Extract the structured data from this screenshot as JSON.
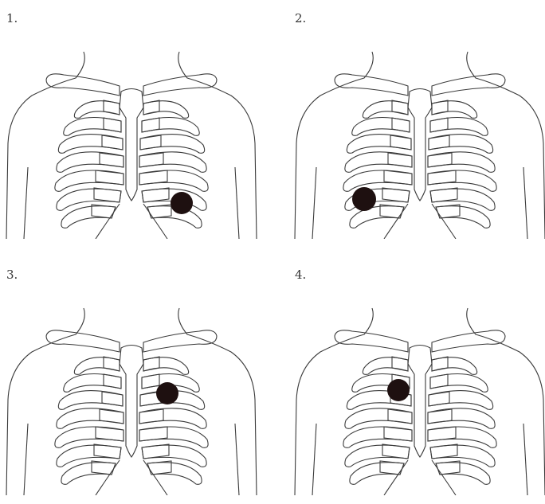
{
  "options": [
    {
      "label": "1.",
      "marker": "lower-left-chest"
    },
    {
      "label": "2.",
      "marker": "lower-right-chest"
    },
    {
      "label": "3.",
      "marker": "upper-left-chest"
    },
    {
      "label": "4.",
      "marker": "upper-right-chest"
    }
  ],
  "colors": {
    "marker": "#1e1010",
    "rib_light": "#dddddd",
    "rib_dark": "#9a9a9a",
    "outline": "#3a3a3a"
  }
}
